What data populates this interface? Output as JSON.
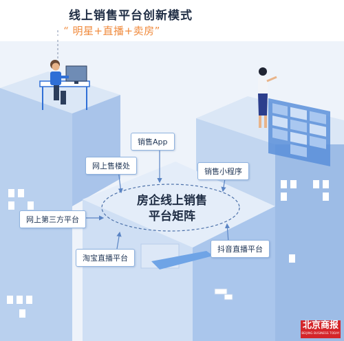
{
  "header": {
    "title": "线上销售平台创新模式",
    "subtitle_quote": "“",
    "subtitle": "明星+直播+卖房”"
  },
  "center": {
    "line1": "房企线上销售",
    "line2": "平台矩阵"
  },
  "nodes": [
    {
      "label": "销售App"
    },
    {
      "label": "网上售楼处"
    },
    {
      "label": "销售小程序"
    },
    {
      "label": "网上第三方平台"
    },
    {
      "label": "淘宝直播平台"
    },
    {
      "label": "抖音直播平台"
    }
  ],
  "logo": {
    "name": "北京商报",
    "english": "BEIJING BUSINESS TODAY"
  },
  "colors": {
    "building_light": "#dbe7f6",
    "building_mid": "#b9d0ee",
    "building_dark": "#8fb0e0",
    "accent_blue": "#2f6fd6",
    "orange": "#f08a3c",
    "logo_red": "#d4252a"
  }
}
